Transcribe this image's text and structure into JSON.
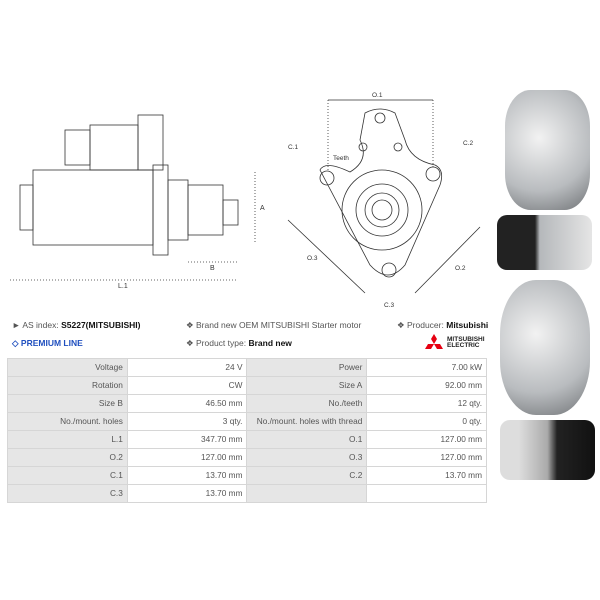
{
  "drawing_labels": {
    "l1": "L.1",
    "a": "A",
    "b": "B",
    "o1": "O.1",
    "o2": "O.2",
    "o3": "O.3",
    "c1": "C.1",
    "c2": "C.2",
    "c3": "C.3",
    "teeth": "Teeth"
  },
  "info": {
    "as_index_label": "AS index:",
    "as_index_value": "S5227(MITSUBISHI)",
    "premium": "PREMIUM LINE",
    "description": "Brand new OEM MITSUBISHI Starter motor",
    "product_type_label": "Product type:",
    "product_type_value": "Brand new",
    "producer_label": "Producer:",
    "producer_value": "Mitsubishi",
    "brand_logo": "MITSUBISHI ELECTRIC"
  },
  "specs": [
    [
      "Voltage",
      "24 V",
      "Power",
      "7.00 kW"
    ],
    [
      "Rotation",
      "CW",
      "Size A",
      "92.00 mm"
    ],
    [
      "Size B",
      "46.50 mm",
      "No./teeth",
      "12 qty."
    ],
    [
      "No./mount. holes",
      "3 qty.",
      "No./mount. holes with thread",
      "0 qty."
    ],
    [
      "L.1",
      "347.70 mm",
      "O.1",
      "127.00 mm"
    ],
    [
      "O.2",
      "127.00 mm",
      "O.3",
      "127.00 mm"
    ],
    [
      "C.1",
      "13.70 mm",
      "C.2",
      "13.70 mm"
    ],
    [
      "C.3",
      "13.70 mm",
      "",
      ""
    ]
  ],
  "colors": {
    "premium": "#1f4fbf",
    "logo": "#e60012"
  }
}
